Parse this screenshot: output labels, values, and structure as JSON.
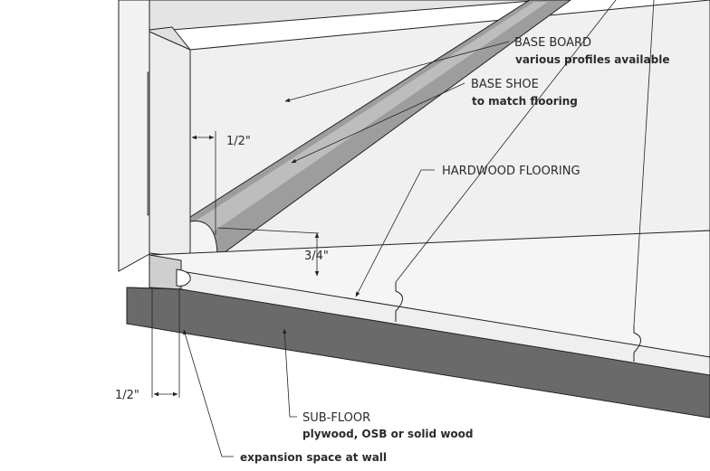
{
  "labels": {
    "base_board": {
      "title": "BASE BOARD",
      "sub": "various profiles available"
    },
    "base_shoe": {
      "title": "BASE SHOE",
      "sub": "to match flooring"
    },
    "hardwood_flooring": {
      "title": "HARDWOOD FLOORING"
    },
    "sub_floor": {
      "title": "SUB-FLOOR",
      "sub": "plywood, OSB or solid wood"
    },
    "expansion": {
      "title": "expansion space at wall"
    }
  },
  "dimensions": {
    "baseboard_thickness": "1/2\"",
    "floor_height": "3/4\"",
    "expansion_gap": "1/2\""
  }
}
